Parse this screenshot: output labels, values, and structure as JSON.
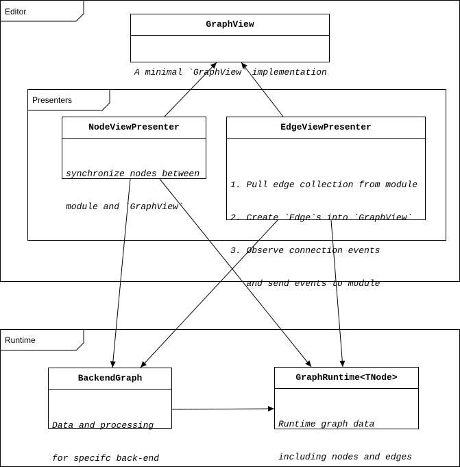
{
  "frames": {
    "editor": {
      "label": "Editor"
    },
    "presenters": {
      "label": "Presenters"
    },
    "runtime": {
      "label": "Runtime"
    }
  },
  "boxes": {
    "graphview": {
      "title": "GraphView",
      "lines": [
        "A minimal `GraphView` implementation"
      ]
    },
    "node_presenter": {
      "title": "NodeViewPresenter",
      "lines": [
        "synchronize nodes between",
        "module and `GraphView`"
      ]
    },
    "edge_presenter": {
      "title": "EdgeViewPresenter",
      "lines": [
        "1. Pull edge collection from module",
        "2. Create `Edge`s into `GraphView`",
        "3. Observe connection events",
        "   and send events to module"
      ]
    },
    "backend_graph": {
      "title": "BackendGraph",
      "lines": [
        "Data and processing",
        "for specifc back-end"
      ]
    },
    "graph_runtime": {
      "title": "GraphRuntime<TNode>",
      "lines": [
        "Runtime graph data",
        "including nodes and edges"
      ]
    }
  }
}
